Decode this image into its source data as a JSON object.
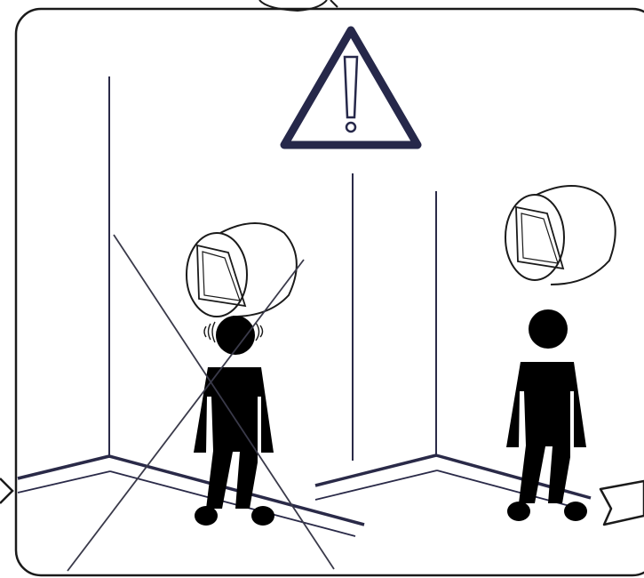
{
  "illustration": {
    "kind": "installation-instruction",
    "warning_symbol": "warning-triangle-icon",
    "panels": [
      {
        "id": "incorrect",
        "status": "crossed-out",
        "shows": [
          "corner-walls",
          "cylindrical-lamp",
          "person-head-touching-lamp",
          "bump-marks"
        ]
      },
      {
        "id": "correct",
        "status": "ok",
        "shows": [
          "wall-edge",
          "cylindrical-lamp",
          "person-clear-below-lamp",
          "arrow-pointer"
        ]
      }
    ]
  },
  "colors": {
    "frame": "#1a1a1a",
    "wall_lines": "#2a2a48",
    "warning_triangle": "#26284a",
    "figure": "#000000",
    "background": "#ffffff"
  }
}
